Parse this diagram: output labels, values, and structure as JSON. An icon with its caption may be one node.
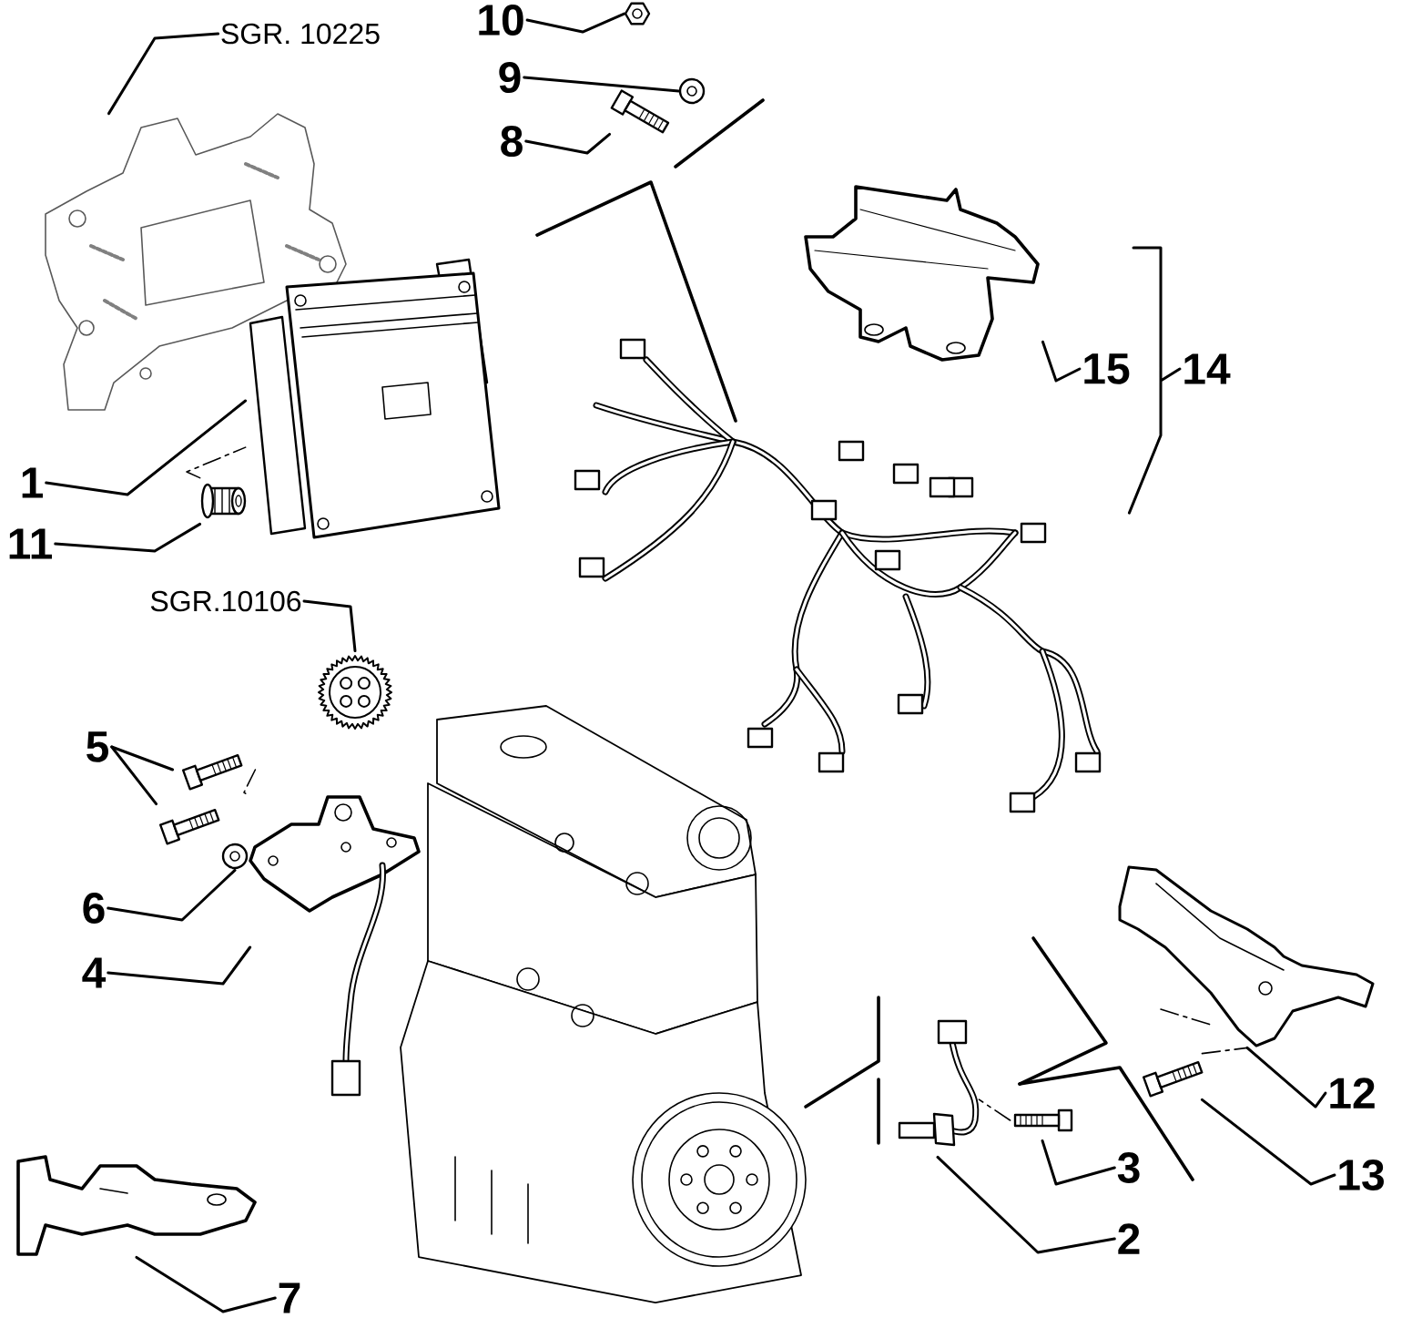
{
  "diagram": {
    "nodes": [
      {
        "text": [
          "SGR. 10225"
        ]
      },
      {
        "text": [],
        "shape": "picture"
      },
      {
        "text": [
          "10"
        ]
      },
      {
        "text": [],
        "shape": "picture"
      },
      {
        "text": [
          "9"
        ]
      },
      {
        "text": [],
        "shape": "picture"
      },
      {
        "text": [
          "8"
        ]
      },
      {
        "text": [],
        "shape": "picture"
      },
      {
        "text": [
          "15"
        ]
      },
      {
        "text": [],
        "shape": "picture"
      },
      {
        "text": [
          "14"
        ]
      },
      {
        "text": [],
        "shape": "picture"
      },
      {
        "text": [
          "1"
        ]
      },
      {
        "text": [],
        "shape": "picture"
      },
      {
        "text": [
          "11"
        ]
      },
      {
        "text": [],
        "shape": "picture"
      },
      {
        "text": [
          "SGR.10106"
        ]
      },
      {
        "text": [],
        "shape": "picture"
      },
      {
        "text": [
          "5"
        ]
      },
      {
        "text": [],
        "shape": "picture"
      },
      {
        "text": [],
        "shape": "picture"
      },
      {
        "text": [
          "6"
        ]
      },
      {
        "text": [],
        "shape": "picture"
      },
      {
        "text": [
          "4"
        ]
      },
      {
        "text": [],
        "shape": "picture"
      },
      {
        "text": [
          "7"
        ]
      },
      {
        "text": [],
        "shape": "picture"
      },
      {
        "text": [
          "3"
        ]
      },
      {
        "text": [],
        "shape": "picture"
      },
      {
        "text": [
          "2"
        ]
      },
      {
        "text": [],
        "shape": "picture"
      },
      {
        "text": [
          "12"
        ]
      },
      {
        "text": [],
        "shape": "picture"
      },
      {
        "text": [
          "13"
        ]
      },
      {
        "text": [],
        "shape": "picture"
      }
    ],
    "edges": [
      {
        "from": 0,
        "to": 1,
        "arrow": "none"
      },
      {
        "from": 2,
        "to": 3,
        "arrow": "none"
      },
      {
        "from": 4,
        "to": 5,
        "arrow": "none"
      },
      {
        "from": 6,
        "to": 7,
        "arrow": "none"
      },
      {
        "from": 8,
        "to": 9,
        "arrow": "none"
      },
      {
        "from": 10,
        "to": 11,
        "arrow": "none"
      },
      {
        "from": 12,
        "to": 13,
        "arrow": "none"
      },
      {
        "from": 14,
        "to": 15,
        "arrow": "none"
      },
      {
        "from": 16,
        "to": 17,
        "arrow": "none"
      },
      {
        "from": 18,
        "to": 19,
        "arrow": "none"
      },
      {
        "from": 18,
        "to": 20,
        "arrow": "none"
      },
      {
        "from": 21,
        "to": 22,
        "arrow": "none"
      },
      {
        "from": 23,
        "to": 24,
        "arrow": "none"
      },
      {
        "from": 25,
        "to": 26,
        "arrow": "none"
      },
      {
        "from": 27,
        "to": 28,
        "arrow": "none"
      },
      {
        "from": 29,
        "to": 30,
        "arrow": "none"
      },
      {
        "from": 31,
        "to": 32,
        "arrow": "none"
      },
      {
        "from": 33,
        "to": 34,
        "arrow": "none"
      },
      {
        "from": 15,
        "to": 13,
        "arrow": "none",
        "style": "dashed"
      },
      {
        "from": 19,
        "to": 24,
        "arrow": "none",
        "style": "dashed"
      },
      {
        "from": 28,
        "to": 30,
        "arrow": "none",
        "style": "dashed"
      },
      {
        "from": 34,
        "to": 32,
        "arrow": "none",
        "style": "dashed"
      }
    ]
  }
}
